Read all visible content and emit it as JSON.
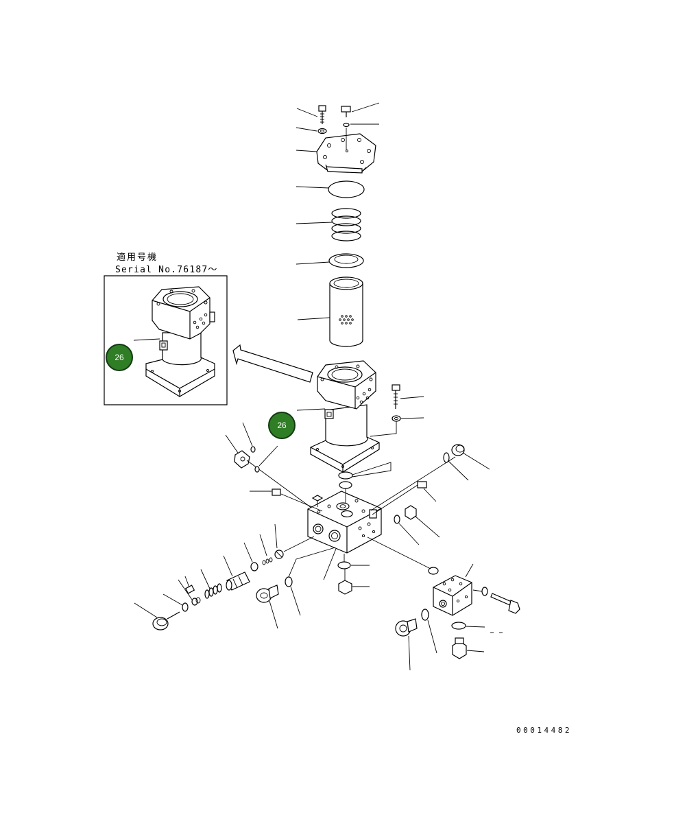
{
  "inset": {
    "title": "適用号機",
    "serial_range": "Serial No.76187～"
  },
  "callouts": [
    {
      "id": "inset-callout",
      "label": "26"
    },
    {
      "id": "main-callout",
      "label": "26"
    }
  ],
  "drawing_number": "00014482",
  "colors": {
    "callout_fill": "#2f7d24",
    "callout_border": "#123a12",
    "line": "#000000",
    "background": "#ffffff"
  }
}
